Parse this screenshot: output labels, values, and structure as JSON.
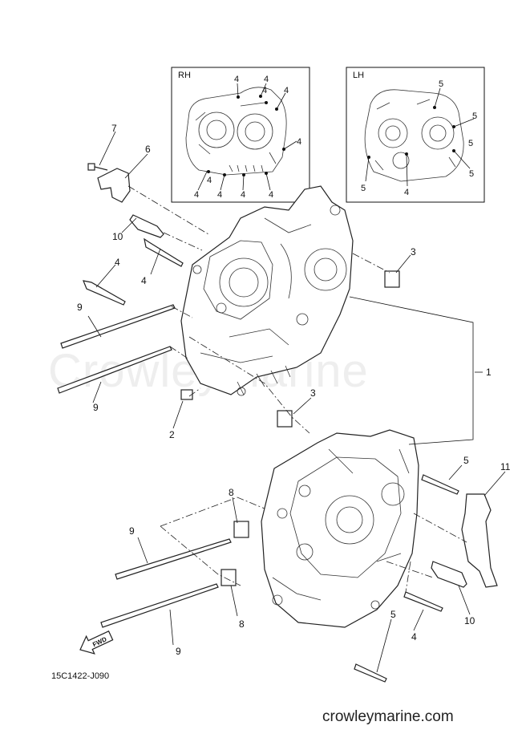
{
  "watermark": "CrowleyMarine",
  "diagram_code": "15C1422-J090",
  "site_url": "crowleymarine.com",
  "fwd_label": "FWD",
  "insets": {
    "rh": {
      "title": "RH",
      "labels": {
        "a": "4",
        "b": "4",
        "c": "4",
        "d": "4",
        "e": "4",
        "f": "4",
        "g": "4",
        "h": "4",
        "i": "4",
        "j": "4"
      }
    },
    "lh": {
      "title": "LH",
      "labels": {
        "a": "5",
        "b": "5",
        "c": "5",
        "d": "5",
        "e": "5",
        "f": "4"
      }
    }
  },
  "callouts": {
    "c7": "7",
    "c6": "6",
    "c10a": "10",
    "c4a": "4",
    "c4b": "4",
    "c3a": "3",
    "c9a": "9",
    "c1": "1",
    "c9b": "9",
    "c2": "2",
    "c3b": "3",
    "c5a": "5",
    "c11": "11",
    "c8a": "8",
    "c9c": "9",
    "c10b": "10",
    "c8b": "8",
    "c4c": "4",
    "c5b": "5",
    "c9d": "9"
  }
}
